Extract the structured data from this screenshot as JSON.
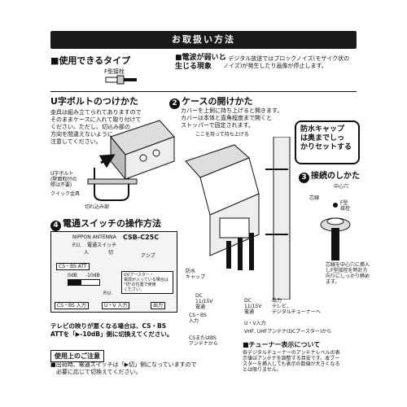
{
  "header": {
    "title": "お取扱い方法"
  },
  "types_section": {
    "heading": "■使用できるタイプ",
    "plug_label": "F型接栓"
  },
  "weak_signal": {
    "heading": "■電波が弱いと\n生じる現象",
    "bullet": "• デジタル放送ではブロックノイズ(モザイク状の\nノイズ)が発生したり画像が停止します。"
  },
  "u_bolt": {
    "heading": "U字ボルトのつけかた",
    "body": "金具は組み立てられてありますので\nそのままケースに入れて取り付けて\nください。ただし、切込み部の\n方向を間違えないように\n注意してください。",
    "label_bolt": "U字ボルト\n(壁面取付の\n際は不要)",
    "label_clip": "クイック金具",
    "label_notch": "切れ込み部"
  },
  "case_open": {
    "number": "2",
    "heading": "ケースの開けかた",
    "body": "カバーを上側に持ち上げると開きます。\nカバーは本体と直角程度まで開くと\nストッパーで固定されます。",
    "lift_label": "ここを持って持ち上げる",
    "callout": "防水キャップ\nは奥までしっ\nかりセットする"
  },
  "connect": {
    "number": "3",
    "heading": "接続のしかた",
    "center_hole": "中心穴",
    "core": "芯線",
    "f_plug": "F型\n接栓",
    "note": "芯線を中心穴に挿入\nしF型接栓を時計方\n向りにしっかり締め\nます。"
  },
  "power_switch": {
    "number": "4",
    "heading": "電通スイッチの操作方法",
    "brand": "NIPPON ANTENNA",
    "model": "CSB-C25C",
    "labels": {
      "pu": "P.U.",
      "switch": "電通スイッチ",
      "on": "入",
      "off": "切",
      "amp": "アンプ",
      "att": "CS・BS ATT",
      "db0": "0dB",
      "db10": "-10dB",
      "booster": "UVブースター・\n電源が入っている場合は\n\"切\"の位置で使用\nください。",
      "pu2": "P.U.",
      "csbs_in": "CS・BS 入力",
      "uv_in": "U・V 入力",
      "out": "出力"
    },
    "footer_note": "テレビの映りが悪くなる場合は、CS・BS\nATTを「▶-10dB」側に切換えてください。"
  },
  "cable_labels": {
    "waterproof_cap": "防水\nキャップ",
    "dc_left": "DC\n11/15V\n電通",
    "csbs_in": "CS・BS\n入力",
    "dc_right": "DC\n11/15V\n電通",
    "output": "出力\nテレビ、\nデジタルチューナーへ",
    "cs_bs_antenna": "CSまたはBS\nアンテナから",
    "uv_in": "U・V入力",
    "vhf_uhf": "VHF, UHFアンテナ(DCブースター)から"
  },
  "caution": {
    "title": "使用上のご注意",
    "text": "■出荷時、電通スイッチは「▶切」側になっていますので\n　必要に応じて切換えてください。"
  },
  "tuner": {
    "heading": "■チューナー表示について",
    "body": "各デジタルチューナーのアンテナレベルの表\n示値はアンテナを調整する目安です。本ブー\nスターを挿入しても表示の数値が大きくなる\nとは限りません。"
  },
  "colors": {
    "ink": "#111111",
    "panel": "#f4f4f4",
    "background": "#ffffff"
  }
}
